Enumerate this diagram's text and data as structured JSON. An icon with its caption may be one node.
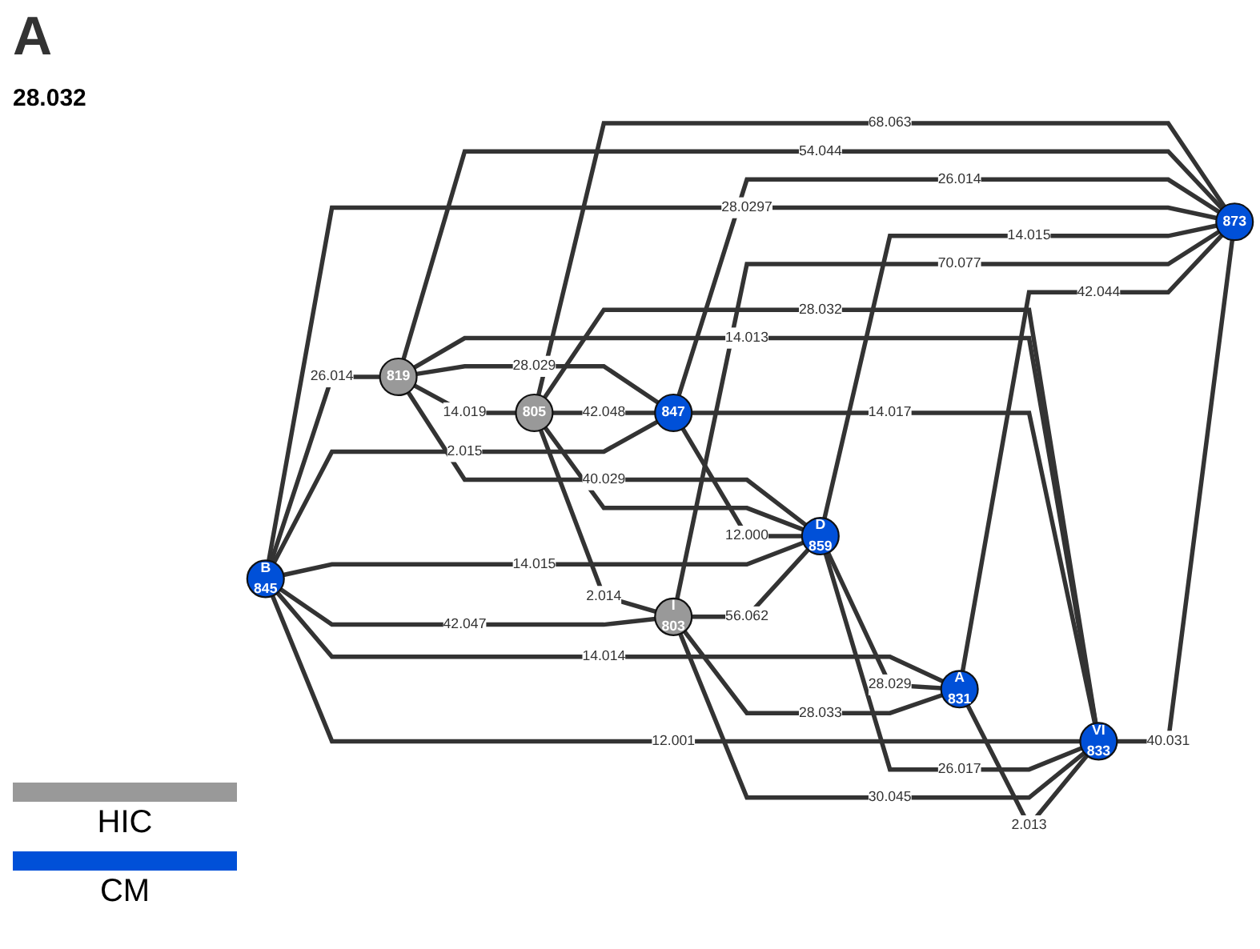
{
  "diagram": {
    "nodes": [
      {
        "text": [
          "819"
        ]
      },
      {
        "text": [
          "805"
        ]
      },
      {
        "text": [
          "847"
        ]
      },
      {
        "text": [
          "B",
          "845"
        ]
      },
      {
        "text": [
          "D",
          "859"
        ]
      },
      {
        "text": [
          "873"
        ]
      },
      {
        "text": [
          "I",
          "803"
        ]
      },
      {
        "text": [
          "VI",
          "833"
        ]
      },
      {
        "text": [
          "A",
          "831"
        ]
      }
    ],
    "edges": [
      {
        "from": 0,
        "to": 1,
        "arrow": "none",
        "label": "14.019"
      },
      {
        "from": 0,
        "to": 2,
        "arrow": "none",
        "label": "28.029"
      },
      {
        "from": 1,
        "to": 2,
        "arrow": "none",
        "label": "42.048"
      },
      {
        "from": 0,
        "to": 4,
        "arrow": "none",
        "label": "40.029"
      },
      {
        "from": 1,
        "to": 6,
        "arrow": "none",
        "label": "2.014"
      },
      {
        "from": 3,
        "to": 0,
        "arrow": "none",
        "label": "26.014"
      },
      {
        "from": 1,
        "to": 4,
        "arrow": "none"
      },
      {
        "from": 1,
        "to": 7,
        "arrow": "none",
        "label": "28.032"
      },
      {
        "from": 1,
        "to": 5,
        "arrow": "none",
        "label": "68.063"
      },
      {
        "from": 0,
        "to": 5,
        "arrow": "none",
        "label": "54.044"
      },
      {
        "from": 2,
        "to": 4,
        "arrow": "none",
        "label": "12.000"
      },
      {
        "from": 3,
        "to": 2,
        "arrow": "none",
        "label": "2.015"
      },
      {
        "from": 0,
        "to": 7,
        "arrow": "none",
        "label": "14.013"
      },
      {
        "from": 2,
        "to": 5,
        "arrow": "none",
        "label": "26.014"
      },
      {
        "from": 3,
        "to": 5,
        "arrow": "none",
        "label": "28.0297"
      },
      {
        "from": 3,
        "to": 4,
        "arrow": "none",
        "label": "14.015"
      },
      {
        "from": 4,
        "to": 5,
        "arrow": "none",
        "label": "14.015"
      },
      {
        "from": 2,
        "to": 7,
        "arrow": "none",
        "label": "14.017"
      },
      {
        "from": 3,
        "to": 7,
        "arrow": "none",
        "label": "12.001"
      },
      {
        "from": 6,
        "to": 4,
        "arrow": "none",
        "label": "56.062"
      },
      {
        "from": 3,
        "to": 8,
        "arrow": "none",
        "label": "14.014"
      },
      {
        "from": 3,
        "to": 6,
        "arrow": "none",
        "label": "42.047"
      },
      {
        "from": 6,
        "to": 5,
        "arrow": "none",
        "label": "70.077"
      },
      {
        "from": 4,
        "to": 8,
        "arrow": "none",
        "label": "28.029"
      },
      {
        "from": 4,
        "to": 7,
        "arrow": "none",
        "label": "26.017"
      },
      {
        "from": 8,
        "to": 5,
        "arrow": "none",
        "label": "42.044"
      },
      {
        "from": 6,
        "to": 7,
        "arrow": "none",
        "label": "30.045"
      },
      {
        "from": 7,
        "to": 5,
        "arrow": "none",
        "label": "40.031"
      },
      {
        "from": 6,
        "to": 8,
        "arrow": "none",
        "label": "28.033"
      },
      {
        "from": 8,
        "to": 7,
        "arrow": "none",
        "label": "2.013"
      }
    ],
    "labels": [
      "A",
      "28.032"
    ],
    "legend": [
      {
        "text": "HIC",
        "color": "#999999"
      },
      {
        "text": "CM",
        "color": "#0050d8"
      }
    ]
  }
}
